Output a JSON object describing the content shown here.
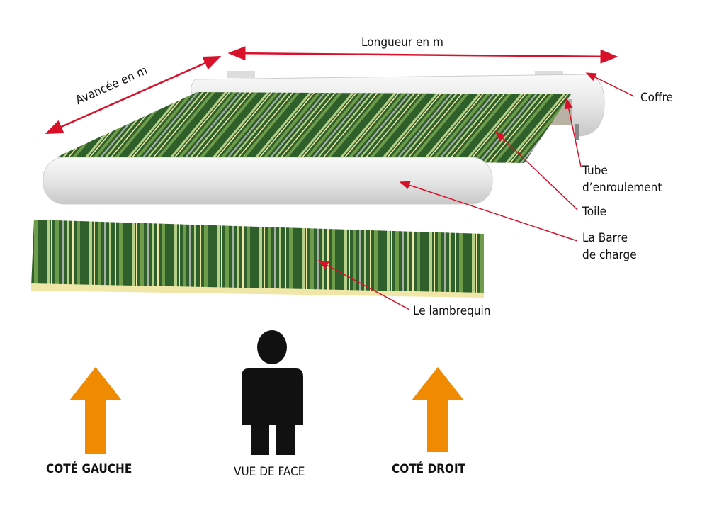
{
  "labels": {
    "longueur": "Longueur en m",
    "avancee": "Avancée en m",
    "coffre": "Coffre",
    "tube_line1": "Tube",
    "tube_line2": "d’enroulement",
    "toile": "Toile",
    "barre_line1": "La Barre",
    "barre_line2": "de charge",
    "lambrequin": "Le lambrequin"
  },
  "orientation": {
    "left": "COTÉ GAUCHE",
    "front": "VUE DE FACE",
    "right": "COTÉ DROIT"
  },
  "colors": {
    "pointer": "#d8102a",
    "arrow": "#f08a00",
    "stripe_dark": "#2f5f2a",
    "stripe_mid": "#6f9c4a",
    "stripe_light": "#b6d08a",
    "stripe_cream": "#efe6a8",
    "stripe_grey": "#a6b0a6",
    "frame": "#eeeeee"
  }
}
